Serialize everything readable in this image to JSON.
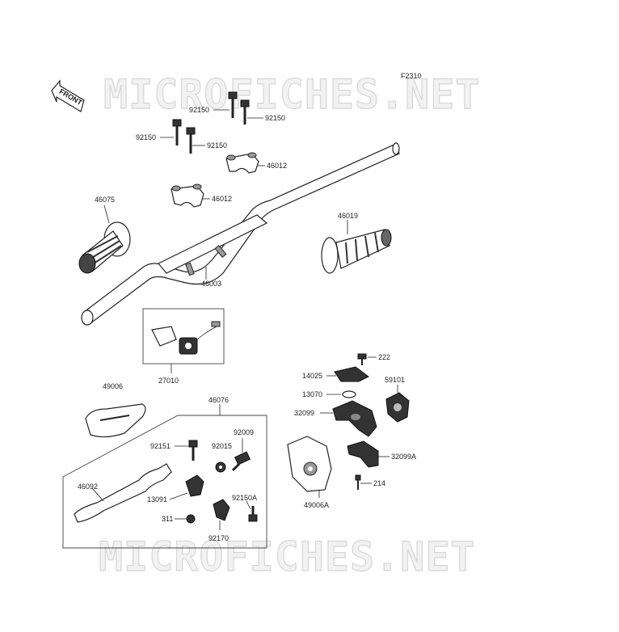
{
  "figure": {
    "code": "F2310",
    "front_label": "FRONT",
    "watermark_top": "MICROFICHES.NET",
    "watermark_bottom": "MICROFICHES.NET"
  },
  "parts": {
    "p92150_a": "92150",
    "p92150_b": "92150",
    "p92150_c": "92150",
    "p92150_d": "92150",
    "p46012_a": "46012",
    "p46012_b": "46012",
    "p46075": "46075",
    "p46019": "46019",
    "p46003": "46003",
    "p27010": "27010",
    "p49006": "49006",
    "p46076": "46076",
    "p92009": "92009",
    "p92151": "92151",
    "p92015": "92015",
    "p46092": "46092",
    "p13091": "13091",
    "p92150A": "92150A",
    "p311": "311",
    "p92170": "92170",
    "p14025": "14025",
    "p222": "222",
    "p59101": "59101",
    "p13070": "13070",
    "p32099": "32099",
    "p32099A": "32099A",
    "p214": "214",
    "p49006A": "49006A"
  }
}
